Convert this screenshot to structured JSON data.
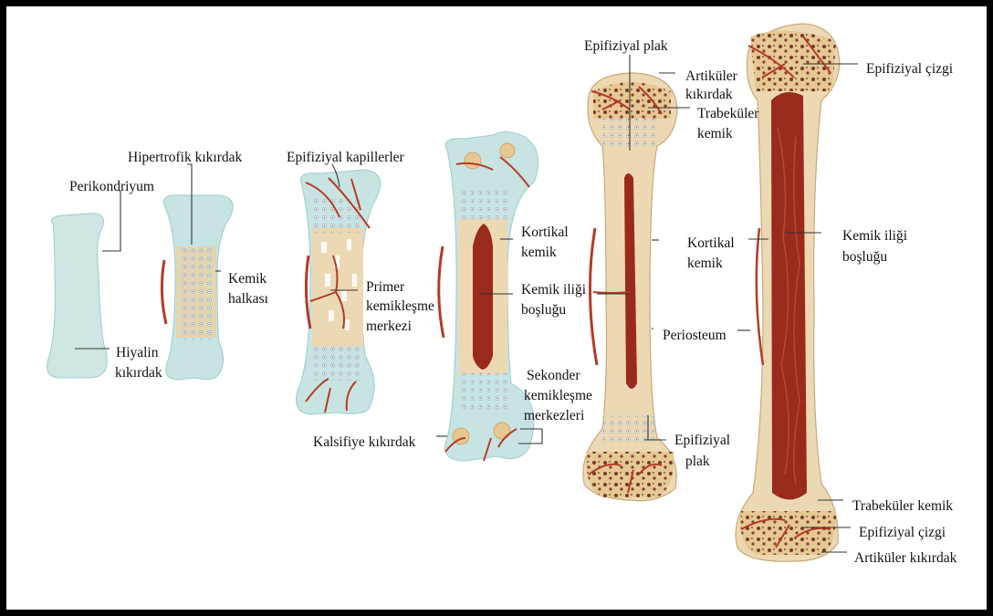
{
  "labels": {
    "perikondriyum": "Perikondriyum",
    "hipertrofik": "Hipertrofik kıkırdak",
    "kemik_halkasi_1": "Kemik",
    "kemik_halkasi_2": "halkası",
    "hiyalin_1": "Hiyalin",
    "hiyalin_2": "kıkırdak",
    "epifiziyal_kapiller": "Epifiziyal kapillerler",
    "primer_1": "Primer",
    "primer_2": "kemikleşme",
    "primer_3": "merkezi",
    "kalsifiye": "Kalsifiye kıkırdak",
    "kortikal_1": "Kortikal",
    "kortikal_2": "kemik",
    "ilik_1": "Kemik iliği",
    "ilik_2": "boşluğu",
    "sekonder_1": "Sekonder",
    "sekonder_2": "kemikleşme",
    "sekonder_3": "merkezleri",
    "epifiziyal_plak_top": "Epifiziyal plak",
    "artikuler_1": "Artiküler",
    "artikuler_2": "kıkırdak",
    "trabekuler_1": "Trabeküler",
    "trabekuler_2": "kemik",
    "kortikal4_1": "Kortikal",
    "kortikal4_2": "kemik",
    "periosteum": "Periosteum",
    "epifiziyal_plak_bot_1": "Epifiziyal",
    "epifiziyal_plak_bot_2": "plak",
    "epifiziyal_cizgi_top": "Epifiziyal çizgi",
    "ilik5_1": "Kemik iliği",
    "ilik5_2": "boşluğu",
    "trabekuler_kemik": "Trabeküler kemik",
    "epifiziyal_cizgi_bot": "Epifiziyal çizgi",
    "artikuler_kikirdak": "Artiküler kıkırdak"
  },
  "colors": {
    "cartilage": "#c9e6e6",
    "cartilage_dark": "#9ccccc",
    "bone": "#ecd9b4",
    "bone_edge": "#c9a878",
    "marrow": "#9a2a1c",
    "vessel": "#b53a26",
    "frame": "#000000"
  }
}
